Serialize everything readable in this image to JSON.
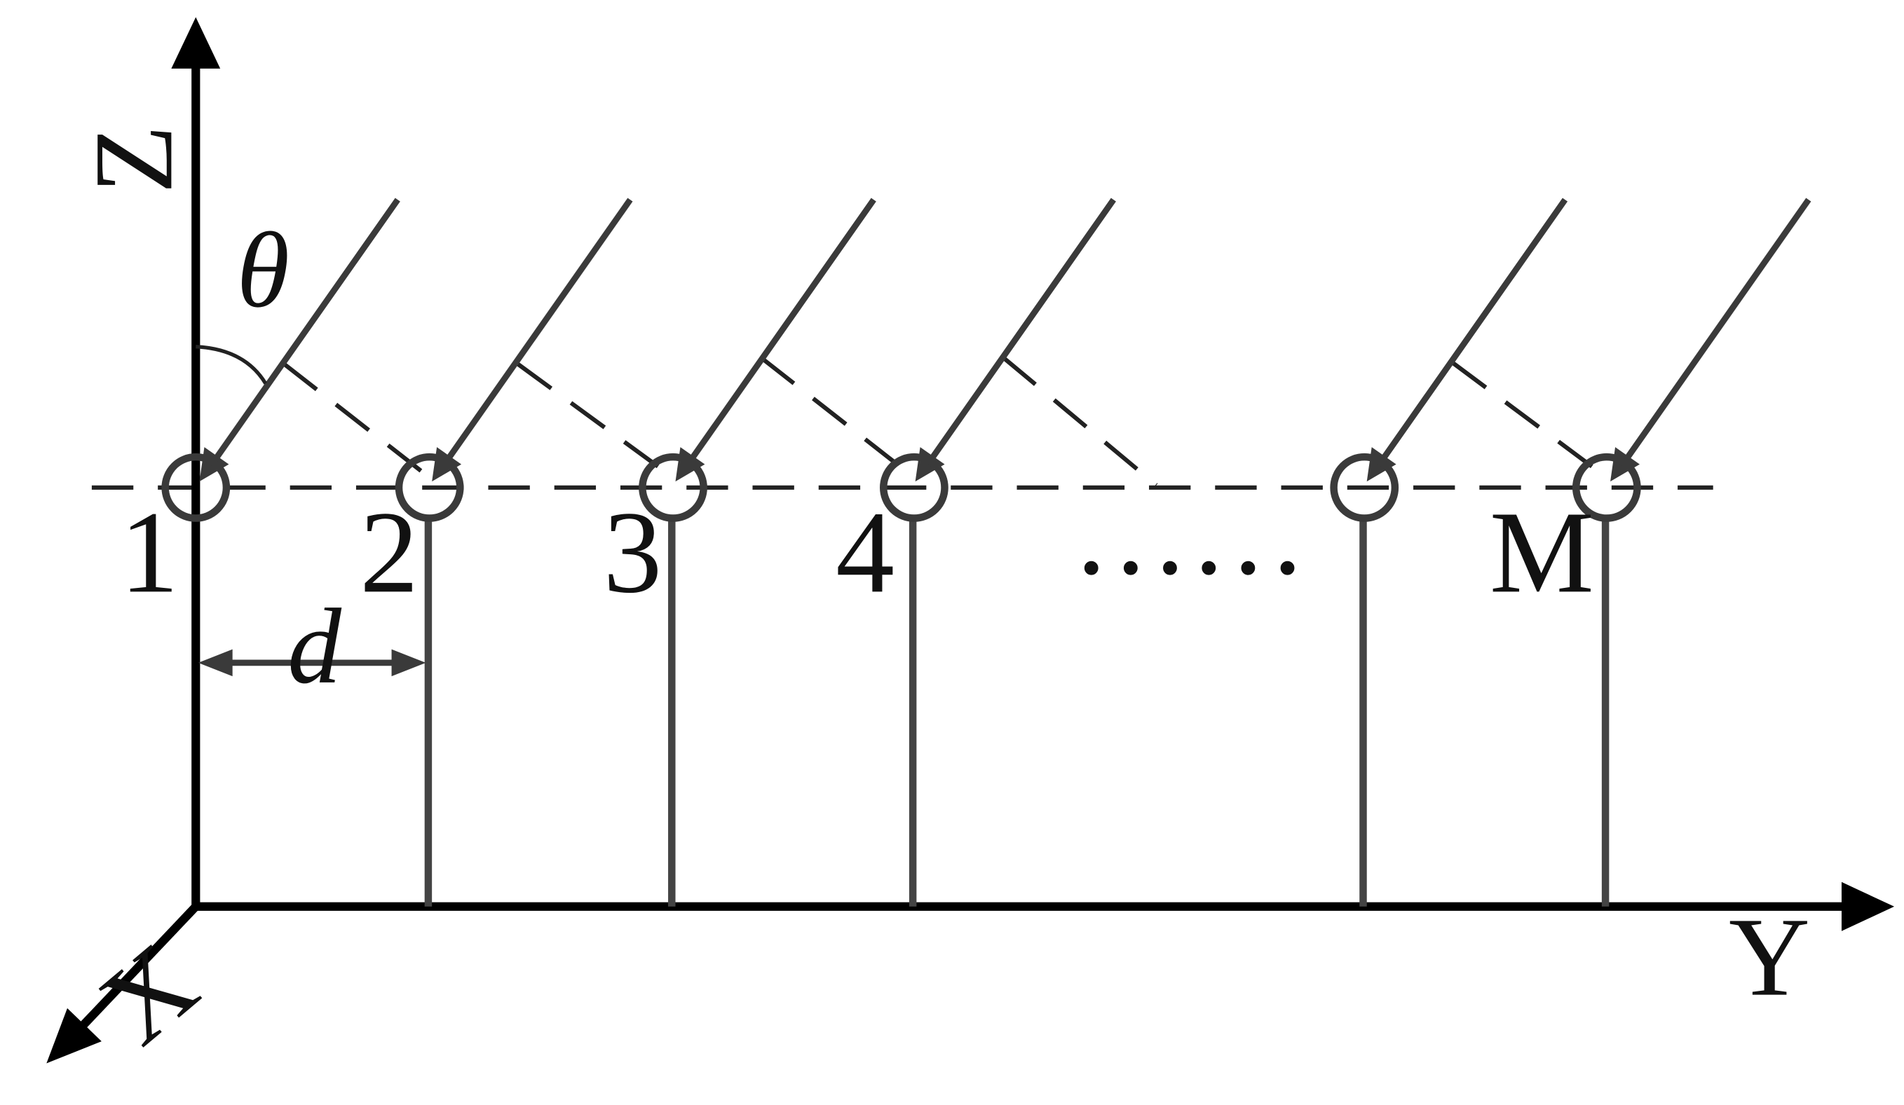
{
  "axes": {
    "z_label": "Z",
    "y_label": "Y",
    "x_label": "X"
  },
  "symbols": {
    "angle": "θ",
    "spacing": "d"
  },
  "elements": [
    {
      "label": "1"
    },
    {
      "label": "2"
    },
    {
      "label": "3"
    },
    {
      "label": "4"
    },
    {
      "label": "M"
    }
  ],
  "ellipsis": "……",
  "colors": {
    "axis": "#000000",
    "lines": "#3a3a3a"
  }
}
